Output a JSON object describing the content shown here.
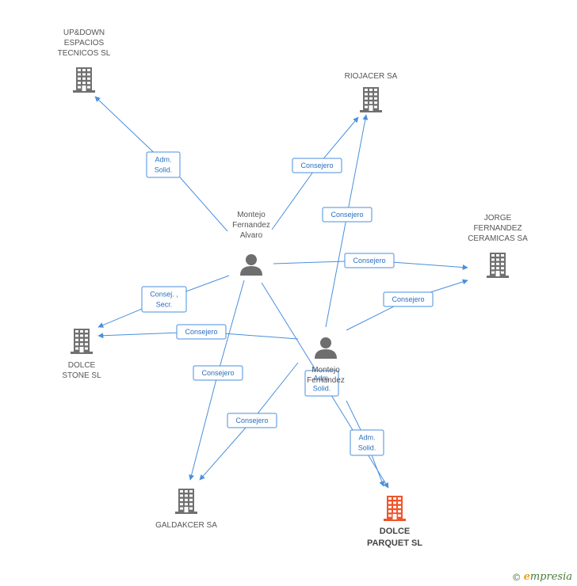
{
  "colors": {
    "edge": "#4a8fdc",
    "company": "#707070",
    "person": "#6e6e6e",
    "focus": "#f0552a"
  },
  "nodes": {
    "updown": {
      "kind": "company",
      "icon": "building-icon",
      "label": [
        "UP&DOWN",
        "ESPACIOS",
        "TECNICOS SL"
      ]
    },
    "riojacer": {
      "kind": "company",
      "icon": "building-icon",
      "label": [
        "RIOJACER SA"
      ]
    },
    "jorge": {
      "kind": "company",
      "icon": "building-icon",
      "label": [
        "JORGE",
        "FERNANDEZ",
        "CERAMICAS SA"
      ]
    },
    "dolcestone": {
      "kind": "company",
      "icon": "building-icon",
      "label": [
        "DOLCE",
        "STONE SL"
      ]
    },
    "galdakcer": {
      "kind": "company",
      "icon": "building-icon",
      "label": [
        "GALDAKCER SA"
      ]
    },
    "parquet": {
      "kind": "focus",
      "icon": "building-icon",
      "label": [
        "DOLCE",
        "PARQUET SL"
      ]
    },
    "alvaro": {
      "kind": "person",
      "icon": "person-icon",
      "label": [
        "Montejo",
        "Fernandez",
        "Alvaro"
      ]
    },
    "person2": {
      "kind": "person",
      "icon": "person-icon",
      "label": [
        "Montejo",
        "Fernandez"
      ]
    }
  },
  "edges": [
    {
      "id": "e1",
      "label": [
        "Adm.",
        "Solid."
      ]
    },
    {
      "id": "e2",
      "label": [
        "Consejero"
      ]
    },
    {
      "id": "e3",
      "label": [
        "Consejero"
      ]
    },
    {
      "id": "e4",
      "label": [
        "Consej. ,",
        "Secr."
      ]
    },
    {
      "id": "e5",
      "label": [
        "Consejero"
      ]
    },
    {
      "id": "e6",
      "label": [
        "Adm.",
        "Solid."
      ]
    },
    {
      "id": "e7",
      "label": [
        "Consejero"
      ]
    },
    {
      "id": "e8",
      "label": [
        "Consejero"
      ]
    },
    {
      "id": "e9",
      "label": [
        "Consejero"
      ]
    },
    {
      "id": "e10",
      "label": [
        "Consejero"
      ]
    },
    {
      "id": "e11",
      "label": [
        "Adm.",
        "Solid."
      ]
    }
  ],
  "footer": {
    "copyright": "©",
    "brand_initial": "e",
    "brand_rest": "mpresia"
  }
}
